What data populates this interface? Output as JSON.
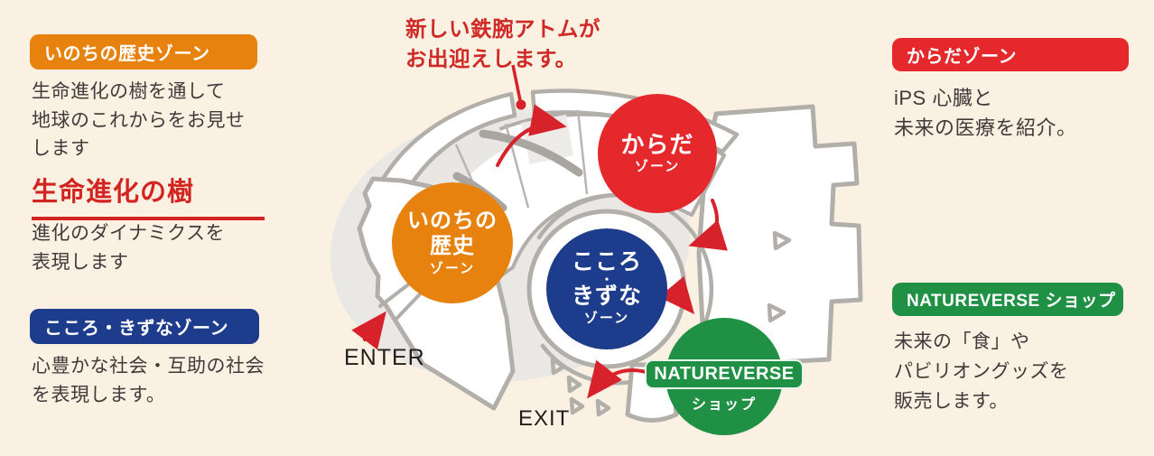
{
  "colors": {
    "background": "#faf1e3",
    "orange": "#e8820f",
    "red": "#e5282c",
    "navy": "#1e3c8c",
    "green": "#1f9044",
    "accent_red": "#d22420",
    "map_outline_gray": "#b2afab",
    "body_text": "#403b3a"
  },
  "left_column": {
    "history_badge": "いのちの歴史ゾーン",
    "history_desc": "生命進化の樹を通して\n地球のこれからをお見せ\nします",
    "tree_title": "生命進化の樹",
    "tree_desc": "進化のダイナミクスを\n表現します",
    "kokoro_badge": "こころ・きずなゾーン",
    "kokoro_desc": "心豊かな社会・互助の社会\nを表現します。"
  },
  "callout": {
    "text": "新しい鉄腕アトムが\nお出迎えします。"
  },
  "right_column": {
    "karada_badge": "からだゾーン",
    "karada_desc": "iPS 心臓と\n未来の医療を紹介。",
    "shop_badge": "NATUREVERSE ショップ",
    "shop_desc": "未来の「食」や\nパビリオングッズを\n販売します。"
  },
  "map": {
    "enter_label": "ENTER",
    "exit_label": "EXIT",
    "zone_history": {
      "line1": "いのちの",
      "line2": "歴史",
      "line3": "ゾーン"
    },
    "zone_karada": {
      "line1": "からだ",
      "line2": "ゾーン"
    },
    "zone_kokoro": {
      "line1": "こころ",
      "dot": "・",
      "line2": "きずな",
      "line3": "ゾーン"
    },
    "zone_shop": {
      "band": "NATUREVERSE",
      "label": "ショップ"
    }
  }
}
